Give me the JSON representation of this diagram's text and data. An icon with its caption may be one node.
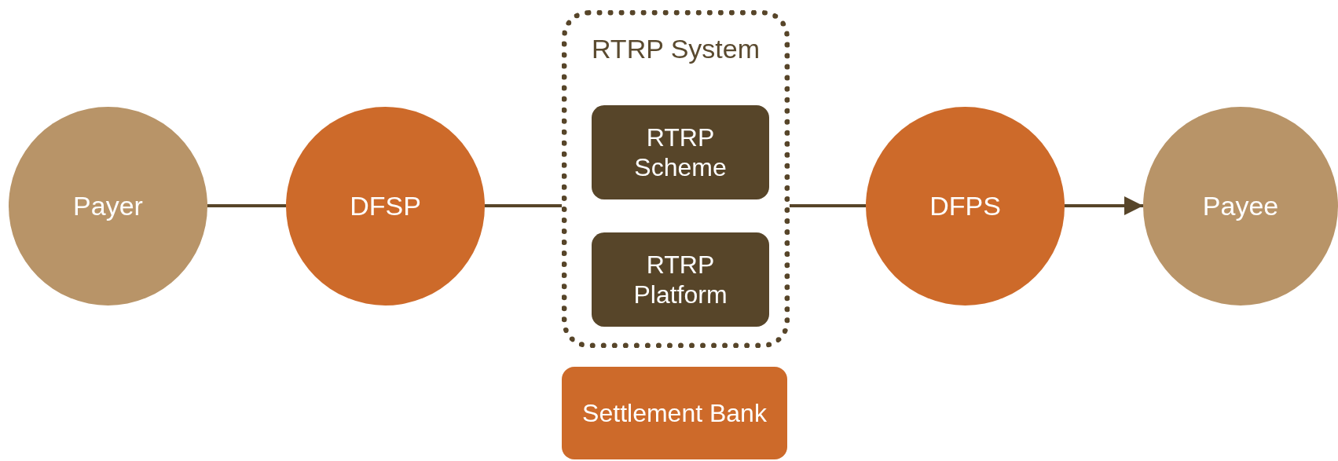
{
  "diagram": {
    "nodes": [
      {
        "text": [
          "Payer"
        ]
      },
      {
        "text": [
          "DFSP"
        ]
      },
      {
        "text": [
          "RTRP System"
        ]
      },
      {
        "text": [
          "RTRP Scheme"
        ],
        "in": 2
      },
      {
        "text": [
          "RTRP Platform"
        ],
        "in": 2
      },
      {
        "text": [
          "DFPS"
        ]
      },
      {
        "text": [
          "Payee"
        ]
      },
      {
        "text": [
          "Settlement Bank"
        ]
      }
    ],
    "edges": [
      {
        "from": 0,
        "to": 1,
        "arrow": "none"
      },
      {
        "from": 1,
        "to": 2,
        "arrow": "none"
      },
      {
        "from": 2,
        "to": 5,
        "arrow": "none"
      },
      {
        "from": 5,
        "to": 6,
        "arrow": "to"
      }
    ]
  }
}
